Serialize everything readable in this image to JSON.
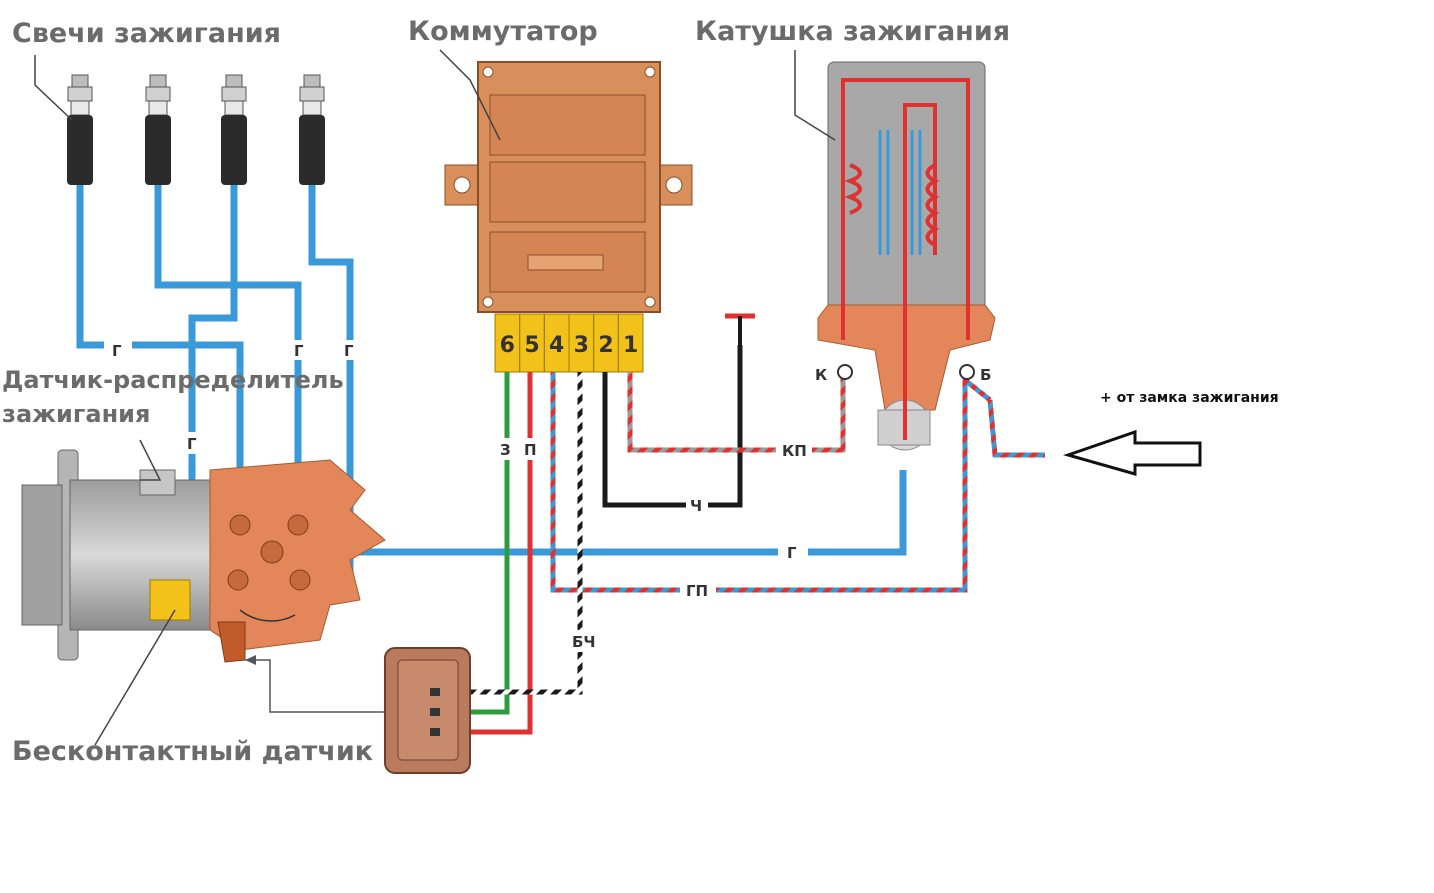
{
  "labels": {
    "spark_plugs": "Свечи зажигания",
    "commutator": "Коммутатор",
    "ignition_coil": "Катушка зажигания",
    "distributor_line1": "Датчик-распределитель",
    "distributor_line2": "зажигания",
    "contactless_sensor": "Бесконтактный датчик",
    "from_ignition_switch": "+ от замка зажигания"
  },
  "commutator_pins": [
    "6",
    "5",
    "4",
    "3",
    "2",
    "1"
  ],
  "wire_codes": {
    "g1": "Г",
    "g2": "Г",
    "g3": "Г",
    "g4": "Г",
    "g_main": "Г",
    "z": "З",
    "p": "П",
    "kp": "КП",
    "ch": "Ч",
    "gp": "ГП",
    "bch": "БЧ"
  },
  "coil_terminals": {
    "k": "К",
    "b": "Б"
  },
  "colors": {
    "wire_blue": "#3a9ad9",
    "wire_red": "#e03131",
    "wire_green": "#2e9b3c",
    "wire_black": "#1a1a1a",
    "commutator_body": "#d98f5c",
    "connector_yellow": "#f2c21b",
    "coil_body": "#a8a8a8",
    "distributor_cap": "#e3865a",
    "label_gray": "#6b6b6b"
  }
}
